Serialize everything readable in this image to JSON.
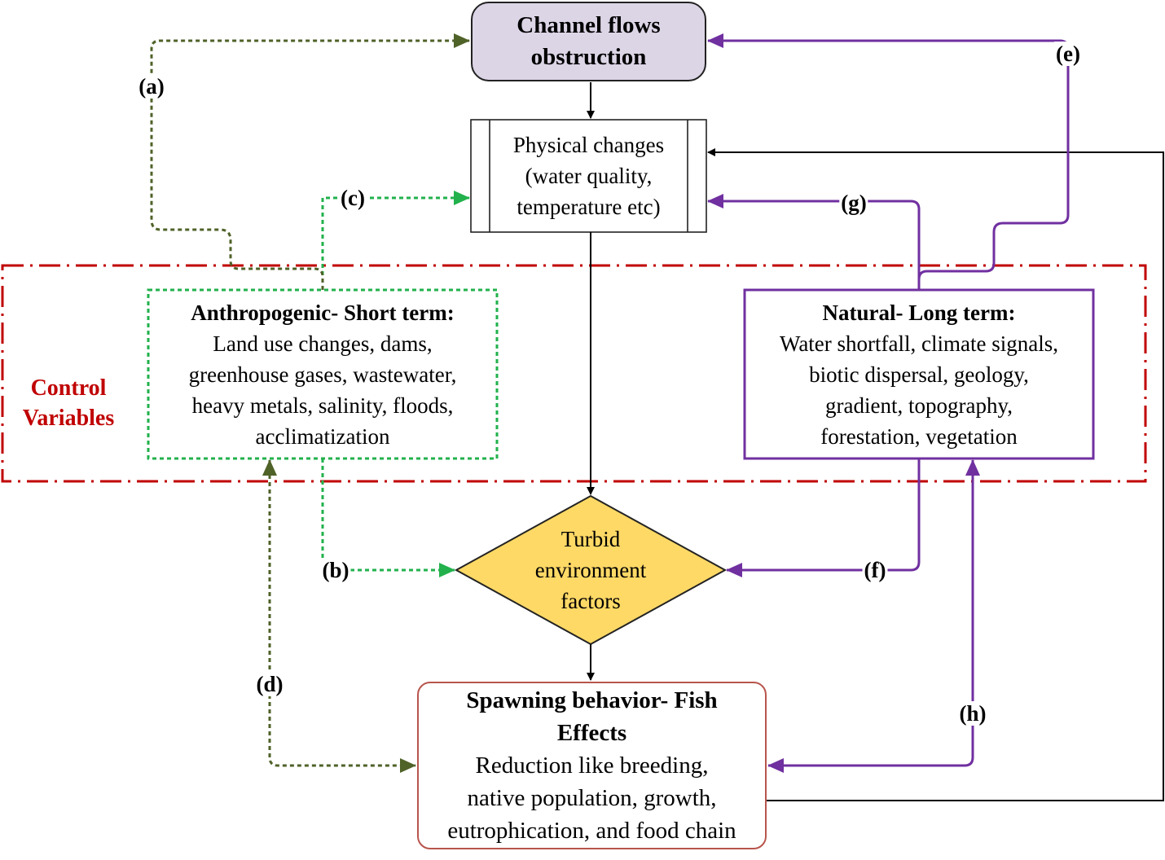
{
  "nodes": {
    "channel": {
      "lines": [
        "Channel flows",
        "obstruction"
      ],
      "fill": "#dcd5e6"
    },
    "physical": {
      "lines": [
        "Physical changes",
        "(water quality,",
        "temperature etc)"
      ]
    },
    "anthropogenic": {
      "title": "Anthropogenic- Short term:",
      "lines": [
        "Land use changes, dams,",
        "greenhouse gases, wastewater,",
        "heavy metals, salinity, floods,",
        "acclimatization"
      ],
      "border_color": "#22b14c"
    },
    "natural": {
      "title": "Natural- Long term:",
      "lines": [
        "Water shortfall, climate signals,",
        "biotic dispersal, geology,",
        "gradient, topography,",
        "forestation, vegetation"
      ],
      "border_color": "#7030a0"
    },
    "turbid": {
      "lines": [
        "Turbid",
        "environment",
        "factors"
      ],
      "fill": "#ffd966"
    },
    "spawning": {
      "title_lines": [
        "Spawning behavior- Fish",
        "Effects"
      ],
      "lines": [
        "Reduction like breeding,",
        "native population, growth,",
        "eutrophication, and food chain"
      ],
      "border_color": "#b8554c"
    }
  },
  "region": {
    "label_lines": [
      "Control",
      "Variables"
    ],
    "color": "#c00000"
  },
  "edge_labels": {
    "a": "(a)",
    "b": "(b)",
    "c": "(c)",
    "d": "(d)",
    "e": "(e)",
    "f": "(f)",
    "g": "(g)",
    "h": "(h)"
  },
  "colors": {
    "dark_green": "#4f6228",
    "green": "#22b14c",
    "purple": "#7030a0",
    "black": "#000000",
    "red": "#c00000"
  }
}
